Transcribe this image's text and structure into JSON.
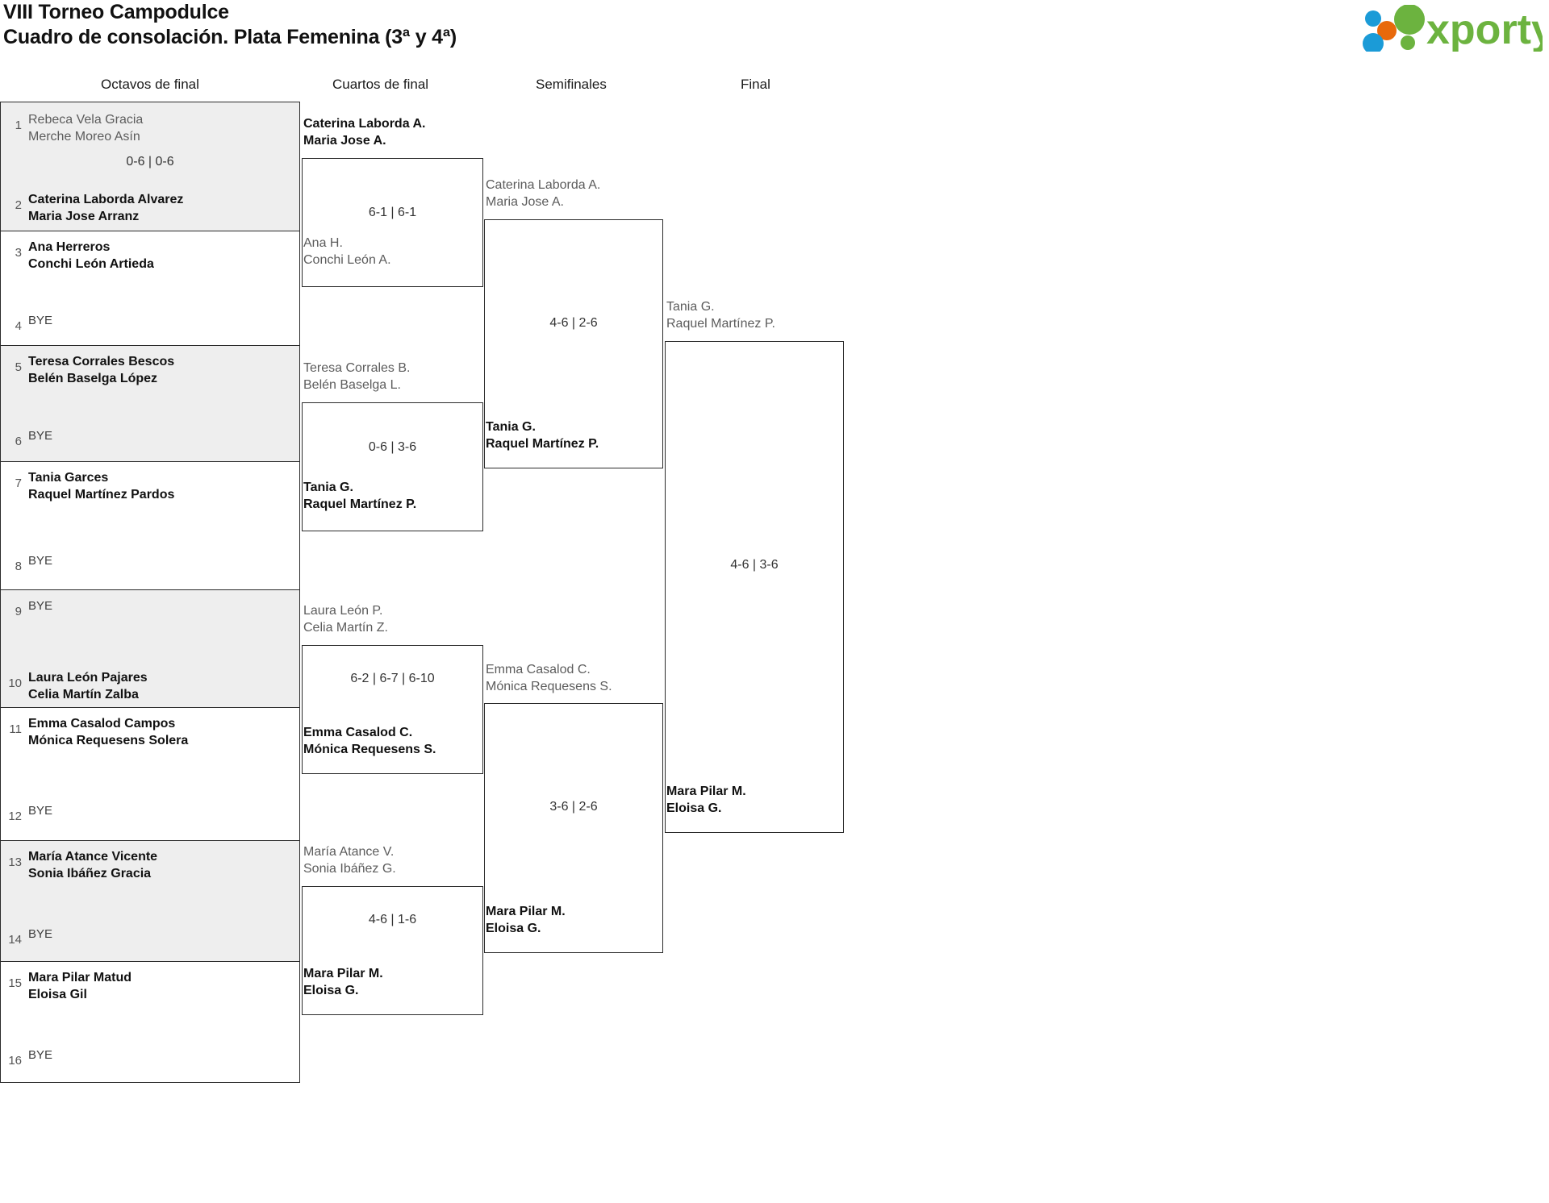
{
  "header": {
    "title_line1": "VIII Torneo Campodulce",
    "title_line2": "Cuadro de consolación. Plata Femenina (3ª y 4ª)",
    "logo_text": "xporty",
    "logo_colors": {
      "green": "#6cb33f",
      "blue": "#1b9bd7",
      "orange": "#e8690b"
    }
  },
  "rounds": [
    {
      "label": "Octavos de final"
    },
    {
      "label": "Cuartos de final"
    },
    {
      "label": "Semifinales"
    },
    {
      "label": "Final"
    }
  ],
  "round1": {
    "seeds": [
      {
        "num": "1",
        "line1": "Rebeca Vela Gracia",
        "line2": "Merche Moreo Asín",
        "state": "loser"
      },
      {
        "num": "2",
        "line1": "Caterina Laborda Alvarez",
        "line2": "Maria Jose Arranz",
        "state": "winner"
      },
      {
        "num": "3",
        "line1": "Ana Herreros",
        "line2": "Conchi León Artieda",
        "state": "winner"
      },
      {
        "num": "4",
        "line1": "BYE",
        "line2": "",
        "state": "bye"
      },
      {
        "num": "5",
        "line1": "Teresa Corrales Bescos",
        "line2": "Belén Baselga López",
        "state": "winner"
      },
      {
        "num": "6",
        "line1": "BYE",
        "line2": "",
        "state": "bye"
      },
      {
        "num": "7",
        "line1": "Tania Garces",
        "line2": "Raquel Martínez Pardos",
        "state": "winner"
      },
      {
        "num": "8",
        "line1": "BYE",
        "line2": "",
        "state": "bye"
      },
      {
        "num": "9",
        "line1": "BYE",
        "line2": "",
        "state": "bye"
      },
      {
        "num": "10",
        "line1": "Laura León Pajares",
        "line2": "Celia Martín Zalba",
        "state": "winner"
      },
      {
        "num": "11",
        "line1": "Emma Casalod Campos",
        "line2": "Mónica Requesens Solera",
        "state": "winner"
      },
      {
        "num": "12",
        "line1": "BYE",
        "line2": "",
        "state": "bye"
      },
      {
        "num": "13",
        "line1": "María Atance Vicente",
        "line2": "Sonia Ibáñez Gracia",
        "state": "winner"
      },
      {
        "num": "14",
        "line1": "BYE",
        "line2": "",
        "state": "bye"
      },
      {
        "num": "15",
        "line1": "Mara Pilar Matud",
        "line2": "Eloisa Gil",
        "state": "winner"
      },
      {
        "num": "16",
        "line1": "BYE",
        "line2": "",
        "state": "bye"
      }
    ],
    "scores": [
      "0-6 | 0-6",
      "",
      "",
      "",
      "",
      "",
      "",
      ""
    ]
  },
  "round2": {
    "matches": [
      {
        "top": {
          "line1": "Caterina Laborda A.",
          "line2": "Maria Jose A.",
          "state": "winner"
        },
        "bottom": {
          "line1": "Ana H.",
          "line2": "Conchi León A.",
          "state": "loser"
        },
        "score": "6-1 | 6-1"
      },
      {
        "top": {
          "line1": "Teresa Corrales B.",
          "line2": "Belén Baselga L.",
          "state": "loser"
        },
        "bottom": {
          "line1": "Tania G.",
          "line2": "Raquel Martínez P.",
          "state": "winner"
        },
        "score": "0-6 | 3-6"
      },
      {
        "top": {
          "line1": "Laura León P.",
          "line2": "Celia Martín Z.",
          "state": "loser"
        },
        "bottom": {
          "line1": "Emma Casalod C.",
          "line2": "Mónica Requesens S.",
          "state": "winner"
        },
        "score": "6-2 | 6-7 | 6-10"
      },
      {
        "top": {
          "line1": "María Atance V.",
          "line2": "Sonia Ibáñez G.",
          "state": "loser"
        },
        "bottom": {
          "line1": "Mara Pilar M.",
          "line2": "Eloisa G.",
          "state": "winner"
        },
        "score": "4-6 | 1-6"
      }
    ]
  },
  "round3": {
    "matches": [
      {
        "top": {
          "line1": "Caterina Laborda A.",
          "line2": "Maria Jose A.",
          "state": "loser"
        },
        "bottom": {
          "line1": "Tania G.",
          "line2": "Raquel Martínez P.",
          "state": "winner"
        },
        "score": "4-6 | 2-6"
      },
      {
        "top": {
          "line1": "Emma Casalod C.",
          "line2": "Mónica Requesens S.",
          "state": "loser"
        },
        "bottom": {
          "line1": "Mara Pilar M.",
          "line2": "Eloisa G.",
          "state": "winner"
        },
        "score": "3-6 | 2-6"
      }
    ]
  },
  "round4": {
    "matches": [
      {
        "top": {
          "line1": "Tania G.",
          "line2": "Raquel Martínez P.",
          "state": "loser"
        },
        "bottom": {
          "line1": "Mara Pilar M.",
          "line2": "Eloisa G.",
          "state": "winner"
        },
        "score": "4-6 | 3-6"
      }
    ]
  }
}
